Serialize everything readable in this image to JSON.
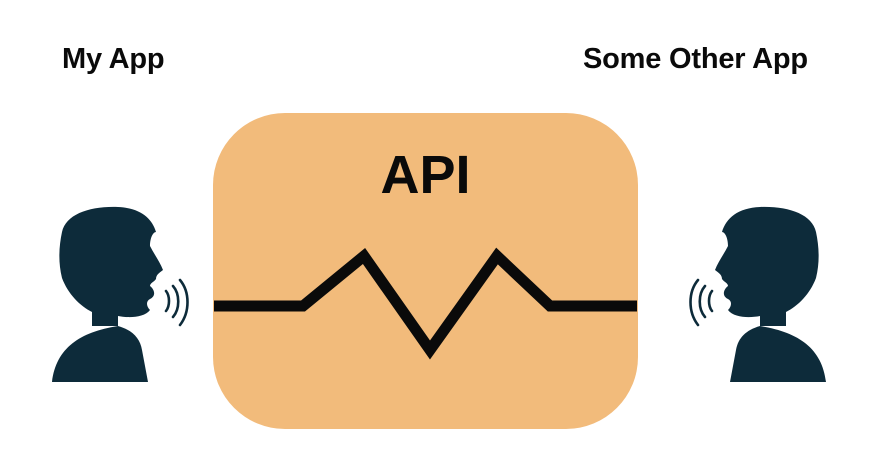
{
  "diagram": {
    "left_party": {
      "label": "My App",
      "icon": "speaking-person-icon"
    },
    "right_party": {
      "label": "Some Other App",
      "icon": "speaking-person-icon"
    },
    "center": {
      "label": "API",
      "icon": "zigzag-connection-line"
    }
  },
  "colors": {
    "api_box": "#f2bb7b",
    "person": "#0d2b3a",
    "line": "#0a0a0a",
    "text": "#0a0a0a",
    "background": "#ffffff"
  }
}
